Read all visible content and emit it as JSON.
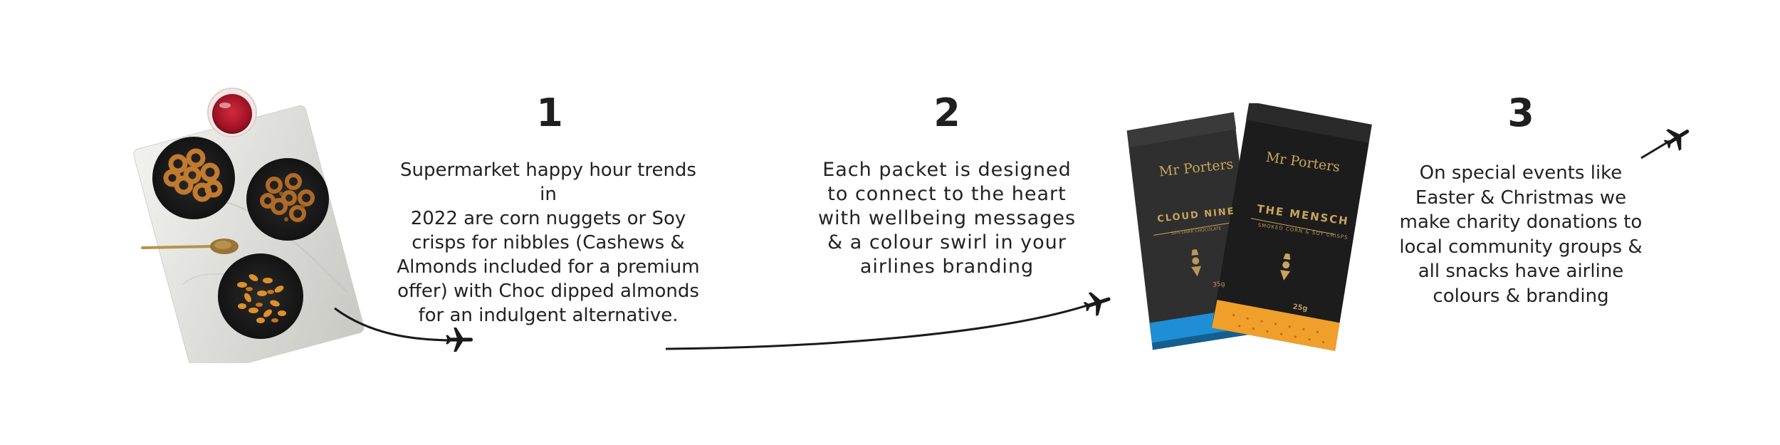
{
  "steps": [
    {
      "number": "1",
      "text": "Supermarket happy hour trends in\n2022 are corn nuggets or Soy\ncrisps for nibbles (Cashews &\nAlmonds included for a premium\noffer) with Choc dipped almonds\nfor an indulgent alternative."
    },
    {
      "number": "2",
      "text": "Each packet is designed\nto connect to the heart\nwith wellbeing messages\n& a colour swirl in your\nairlines branding"
    },
    {
      "number": "3",
      "text": "On special events like\nEaster & Christmas we\nmake charity donations to\nlocal community groups &\nall snacks have airline\ncolours & branding"
    }
  ],
  "packets": [
    {
      "brand": "Mr Porters",
      "name": "CLOUD NINE",
      "sub": "50% DARK CHOCOLATE",
      "weight": "35g",
      "accent": "#1e8fd6"
    },
    {
      "brand": "Mr Porters",
      "name": "THE MENSCH",
      "sub": "SMOKED CORN & SOY CRISPS",
      "weight": "25g",
      "accent": "#f0a02a"
    }
  ],
  "colors": {
    "text": "#222222",
    "packet_dark": "#2a2a2a",
    "gold": "#c9a45c"
  }
}
